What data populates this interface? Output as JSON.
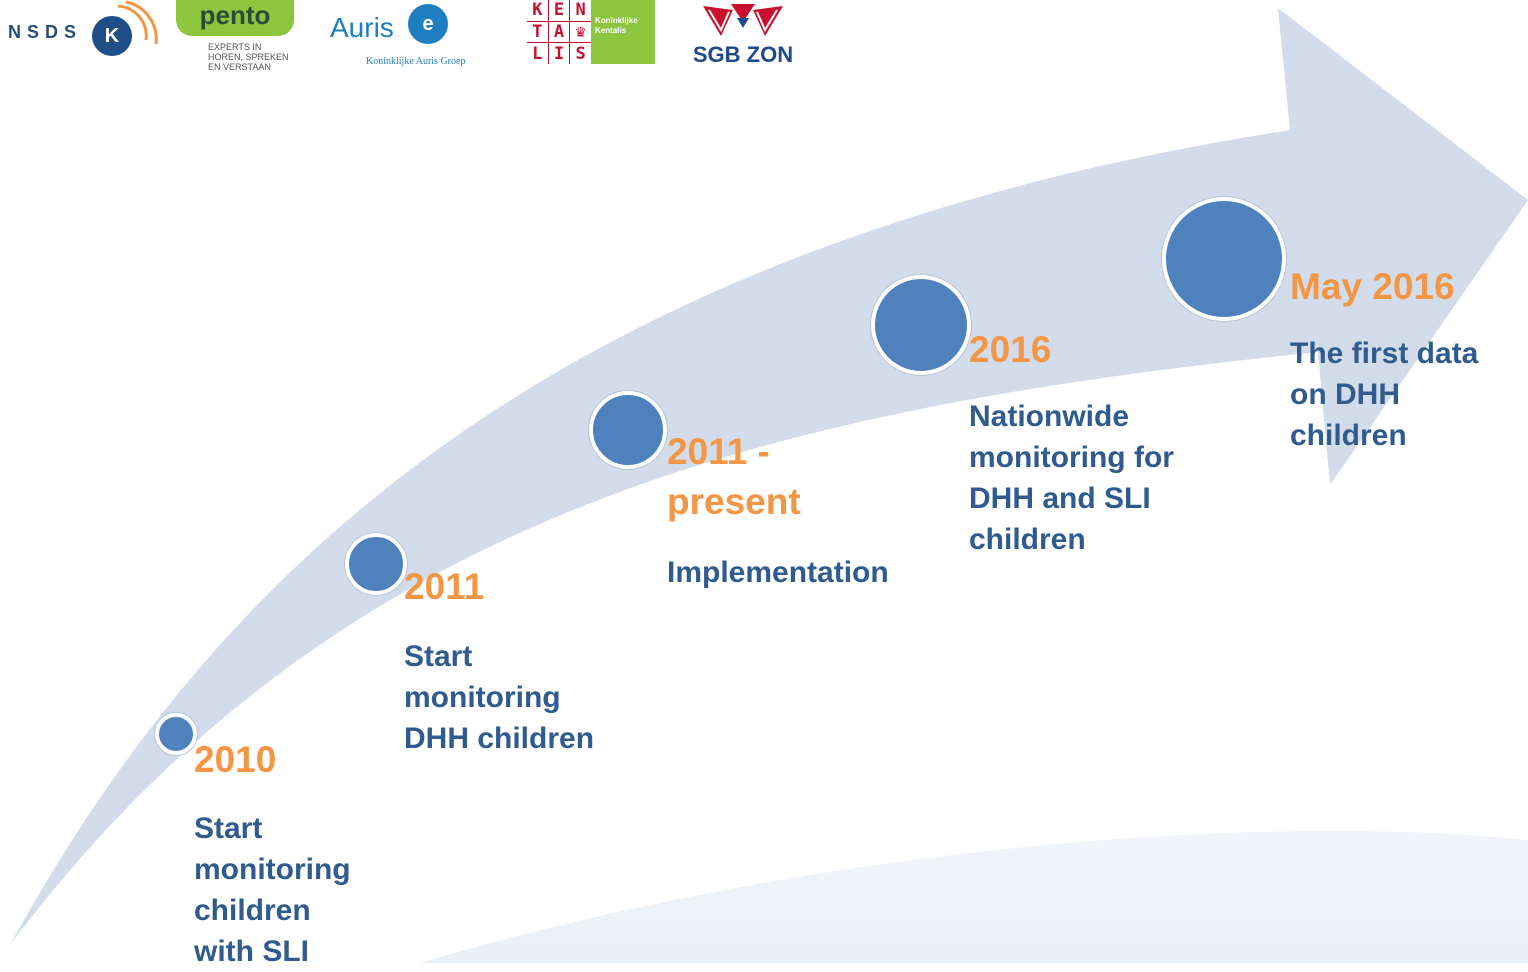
{
  "logos": {
    "nsdsk": {
      "text": "NSDS",
      "mark": "K"
    },
    "pento": {
      "name": "pento",
      "tagline": "EXPERTS IN\nHOREN, SPREKEN\nEN VERSTAAN"
    },
    "auris": {
      "name": "Auris",
      "mark": "e",
      "subtitle": "Koninklijke Auris Groep"
    },
    "kentalis": {
      "letters": [
        "K",
        "E",
        "N",
        "T",
        "A",
        "♛",
        "L",
        "I",
        "S"
      ],
      "subtitle": "Koninklijke\nKentalis"
    },
    "sgb_zon": {
      "name": "SGB ZON"
    }
  },
  "colors": {
    "arrow": "#d3dcea",
    "year": "#f39646",
    "description": "#2f5b8e",
    "dot": "#4f81bd"
  },
  "milestones": [
    {
      "year": "2010",
      "description": "Start\nmonitoring\nchildren\nwith SLI"
    },
    {
      "year": "2011",
      "description": "Start\nmonitoring\nDHH children"
    },
    {
      "year": "2011 -\npresent",
      "description": "Implementation"
    },
    {
      "year": "2016",
      "description": "Nationwide\nmonitoring for\nDHH and SLI\nchildren"
    },
    {
      "year": "May 2016",
      "description": "The first data\non DHH\nchildren"
    }
  ]
}
